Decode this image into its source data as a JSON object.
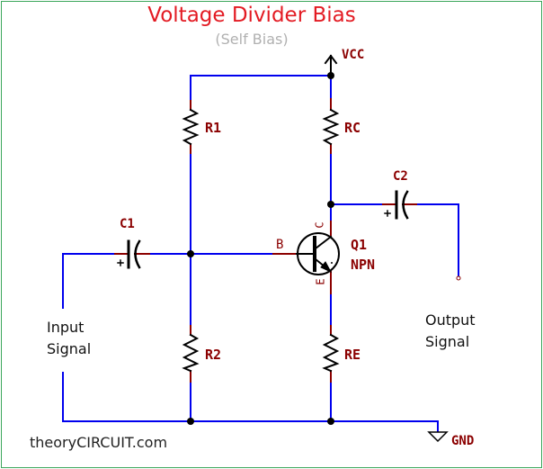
{
  "diagram": {
    "title": "Voltage Divider Bias",
    "subtitle": "(Self Bias)",
    "colors": {
      "title": "#e31b23",
      "subtitle": "#b0b0b0",
      "wire": "#0000ee",
      "lead": "#8b0000",
      "component": "#000000",
      "label": "#8b0000",
      "border": "#3aa65a"
    },
    "labels": {
      "vcc": "VCC",
      "gnd": "GND",
      "r1": "R1",
      "r2": "R2",
      "rc": "RC",
      "re": "RE",
      "c1": "C1",
      "c2": "C2",
      "q1": "Q1",
      "q1_type": "NPN",
      "base_pin": "B",
      "collector_pin": "C",
      "emitter_pin": "E",
      "cap_plus": "+"
    },
    "input_signal": [
      "Input",
      "Signal"
    ],
    "output_signal": [
      "Output",
      "Signal"
    ],
    "footer": "theoryCIRCUIT.com"
  }
}
